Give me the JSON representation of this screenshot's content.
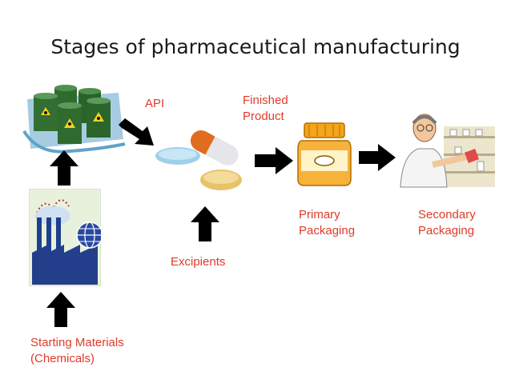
{
  "title": "Stages of pharmaceutical manufacturing",
  "labels": {
    "api": "API",
    "finished_product_line1": "Finished",
    "finished_product_line2": "Product",
    "primary_packaging_line1": "Primary",
    "primary_packaging_line2": "Packaging",
    "secondary_packaging_line1": "Secondary",
    "secondary_packaging_line2": "Packaging",
    "excipients": "Excipients",
    "starting_materials_line1": "Starting Materials",
    "starting_materials_line2": "(Chemicals)"
  },
  "colors": {
    "label": "#e03a2a",
    "arrow": "#000000"
  },
  "icons": [
    "radioactive-barrels-icon",
    "factory-globe-icon",
    "pills-icon",
    "medicine-bottle-icon",
    "pharmacist-icon"
  ]
}
